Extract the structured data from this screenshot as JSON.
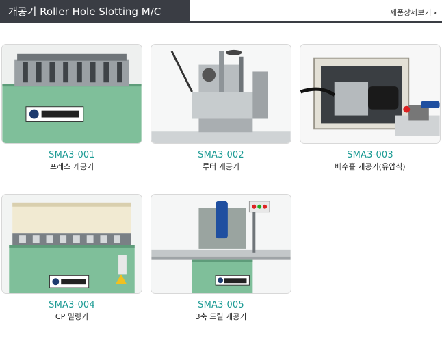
{
  "header": {
    "title": "개공기 Roller Hole Slotting M/C",
    "more_label": "제품상세보기"
  },
  "products": [
    {
      "code": "SMA3-001",
      "name": "프레스 개공기"
    },
    {
      "code": "SMA3-002",
      "name": "루터 개공기"
    },
    {
      "code": "SMA3-003",
      "name": "배수홀 개공기(유압식)"
    },
    {
      "code": "SMA3-004",
      "name": "CP 밀링기"
    },
    {
      "code": "SMA3-005",
      "name": "3축 드릴 개공기"
    }
  ],
  "colors": {
    "header_bg": "#3a3d44",
    "code_text": "#1a9a93",
    "machine_green": "#7fbf9a"
  }
}
